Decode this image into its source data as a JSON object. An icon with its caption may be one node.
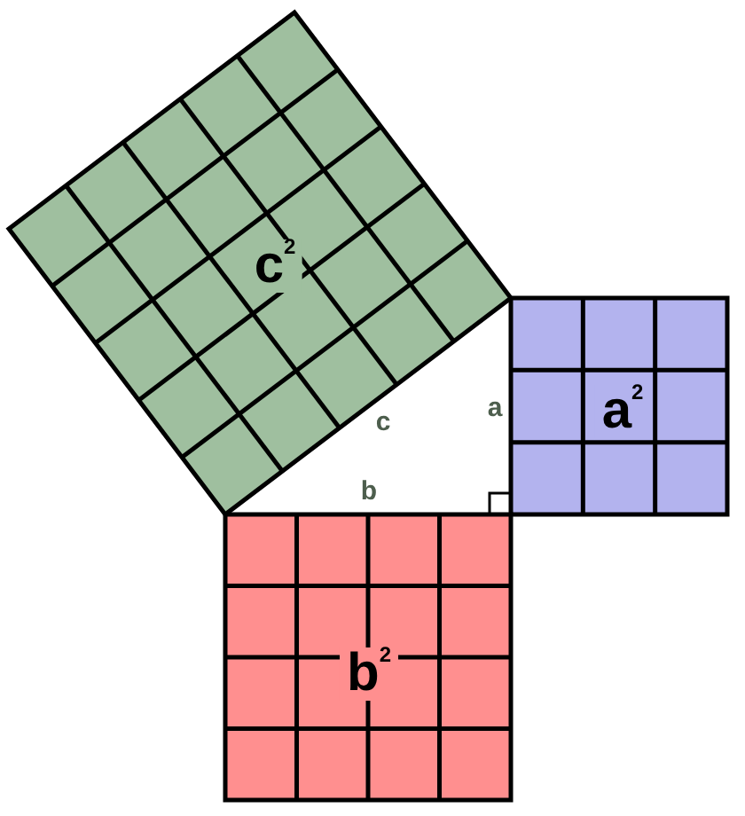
{
  "diagram": {
    "nodes": [
      {
        "text": [
          "c$^{2}$"
        ]
      },
      {
        "text": [
          "a$^{2}$"
        ]
      },
      {
        "text": [
          "b$^{2}$"
        ]
      }
    ],
    "labels": [
      "c",
      "a",
      "b"
    ]
  }
}
